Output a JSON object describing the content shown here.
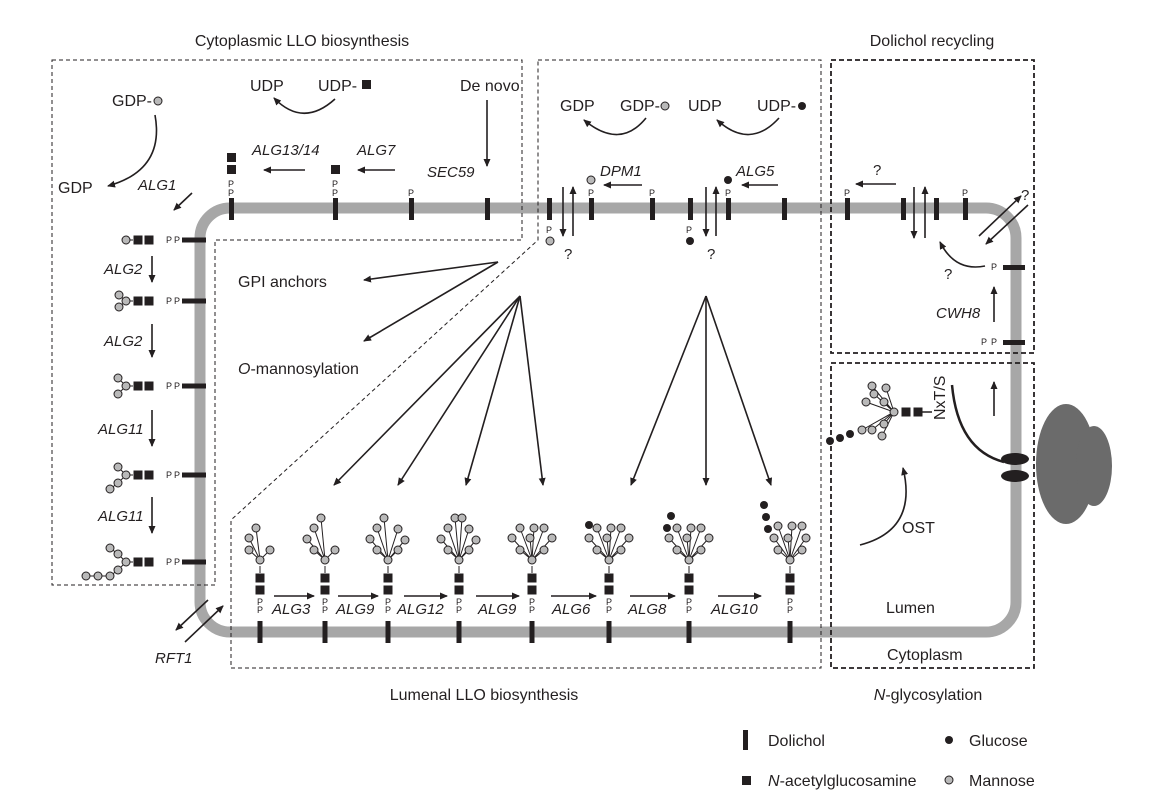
{
  "sections": {
    "cytoplasmic": "Cytoplasmic LLO biosynthesis",
    "recycling": "Dolichol recycling",
    "lumenal": "Lumenal LLO biosynthesis",
    "nglyc_n": "N",
    "nglyc_rest": "-glycosylation"
  },
  "compounds": {
    "udp": "UDP",
    "udp_glcnac": "UDP-",
    "gdp_man": "GDP-",
    "gdp": "GDP",
    "udp_glc": "UDP-",
    "de_novo": "De novo",
    "gpi_anchors": "GPI anchors",
    "omann_o": "O",
    "omann_rest": "-mannosylation"
  },
  "enzymes": {
    "alg1": "ALG1",
    "alg2": "ALG2",
    "alg11": "ALG11",
    "alg13": "ALG13/14",
    "alg7": "ALG7",
    "sec59": "SEC59",
    "dpm1": "DPM1",
    "alg5": "ALG5",
    "cwh8": "CWH8",
    "rft1": "RFT1",
    "alg3": "ALG3",
    "alg9": "ALG9",
    "alg12": "ALG12",
    "alg6": "ALG6",
    "alg8": "ALG8",
    "alg10": "ALG10",
    "ost": "OST",
    "nxts": "NxT/S"
  },
  "compartments": {
    "lumen": "Lumen",
    "cytoplasm": "Cytoplasm"
  },
  "misc": {
    "p": "P",
    "q": "?"
  },
  "legend": {
    "dolichol": "Dolichol",
    "glcnac_n": "N",
    "glcnac_rest": "-acetylglucosamine",
    "glucose": "Glucose",
    "mannose": "Mannose"
  },
  "colors": {
    "membrane": "#a7a7a7",
    "ink": "#231f20",
    "mannose": "#b9b9b9",
    "ribosome": "#6b6b6b"
  }
}
